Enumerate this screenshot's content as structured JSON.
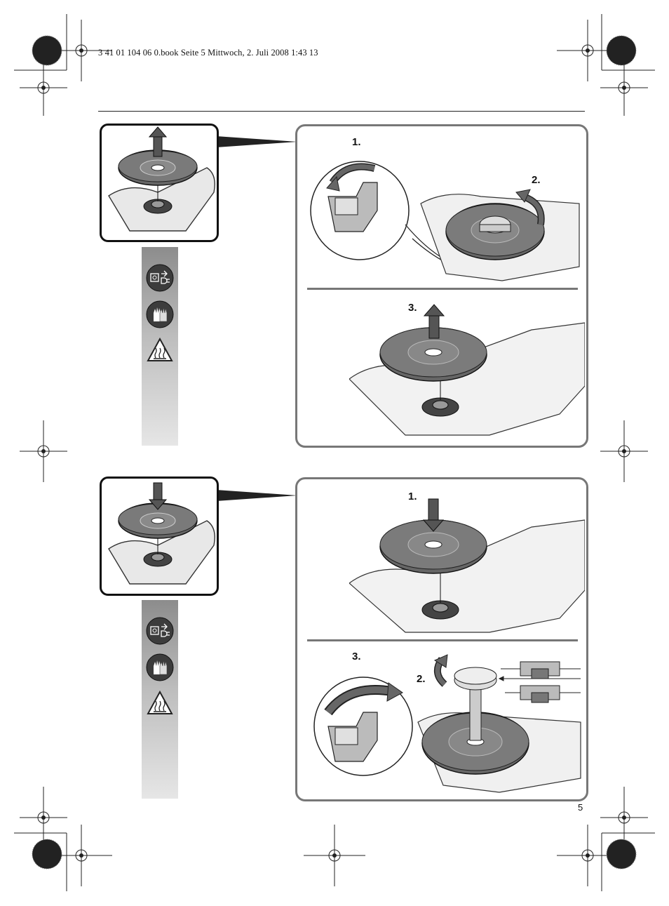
{
  "header": {
    "file_line": "3 41 01 104 06 0.book  Seite 5  Mittwoch, 2. Juli 2008  1:43 13"
  },
  "page_number": "5",
  "section_remove": {
    "steps": {
      "step1": "1.",
      "step2": "2.",
      "step3": "3."
    },
    "icons": [
      "unplug-icon",
      "gloves-icon",
      "hot-surface-warning-icon"
    ]
  },
  "section_mount": {
    "steps": {
      "step1": "1.",
      "step2": "2.",
      "step3": "3."
    },
    "icons": [
      "unplug-icon",
      "gloves-icon",
      "hot-surface-warning-icon"
    ]
  }
}
